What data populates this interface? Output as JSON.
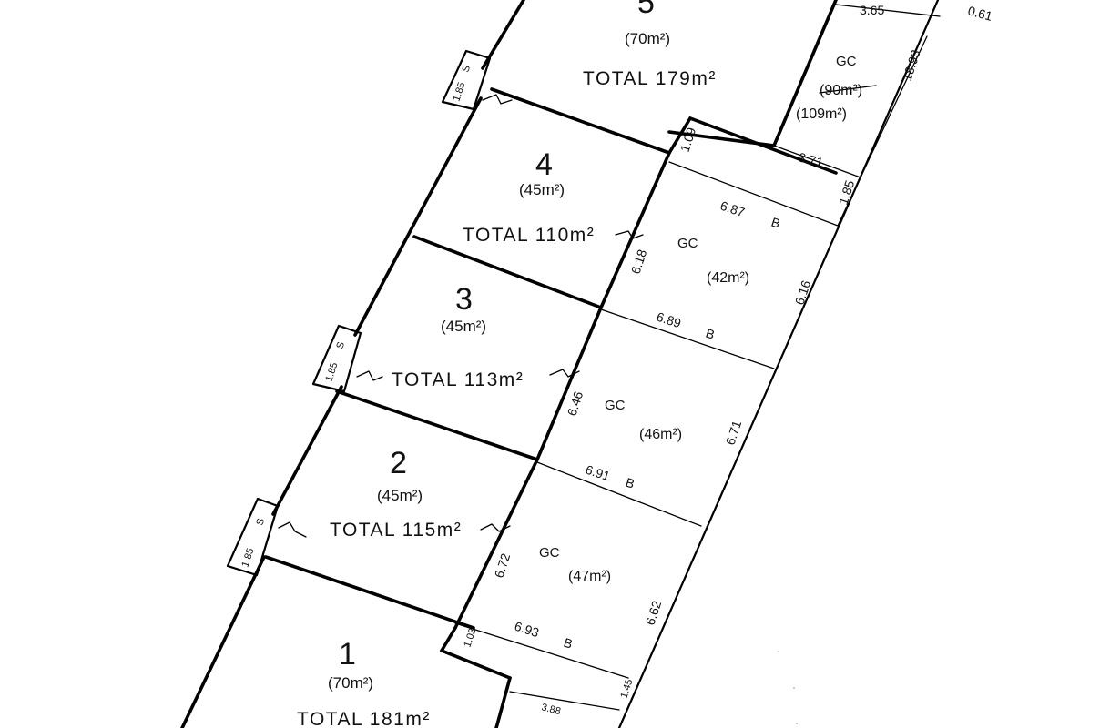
{
  "lots": [
    {
      "number": "1",
      "area": "(70m²)",
      "total": "TOTAL 181m²"
    },
    {
      "number": "2",
      "area": "(45m²)",
      "total": "TOTAL 115m²"
    },
    {
      "number": "3",
      "area": "(45m²)",
      "total": "TOTAL 113m²"
    },
    {
      "number": "4",
      "area": "(45m²)",
      "total": "TOTAL 110m²"
    },
    {
      "number": "5",
      "area": "(70m²)",
      "total": "TOTAL 179m²"
    }
  ],
  "garden_courts": [
    {
      "label": "GC",
      "area": "(47m²)"
    },
    {
      "label": "GC",
      "area": "(46m²)"
    },
    {
      "label": "GC",
      "area": "(42m²)"
    },
    {
      "label": "GC",
      "old_area": "(90m²)",
      "area": "(109m²)"
    }
  ],
  "dimensions": {
    "d_3_65": "3.65",
    "d_18_93": "18.93",
    "d_0_61": "0.61",
    "d_3_71": "3.71",
    "d_1_85": "1.85",
    "d_1_09": "1.09",
    "d_6_87": "6.87",
    "b1": "B",
    "d_6_18": "6.18",
    "d_6_16": "6.16",
    "d_6_89": "6.89",
    "b2": "B",
    "d_6_46": "6.46",
    "d_6_71": "6.71",
    "d_6_91": "6.91",
    "b3": "B",
    "d_6_72": "6.72",
    "d_6_62": "6.62",
    "d_1_03": "1.03",
    "d_6_93": "6.93",
    "b4": "B",
    "d_1_45": "1.45",
    "d_3_88": "3.88"
  },
  "frontage_boxes": [
    {
      "a": "S",
      "b": "1.85"
    },
    {
      "a": "S",
      "b": "1.85"
    },
    {
      "a": "S",
      "b": "1.85"
    }
  ]
}
